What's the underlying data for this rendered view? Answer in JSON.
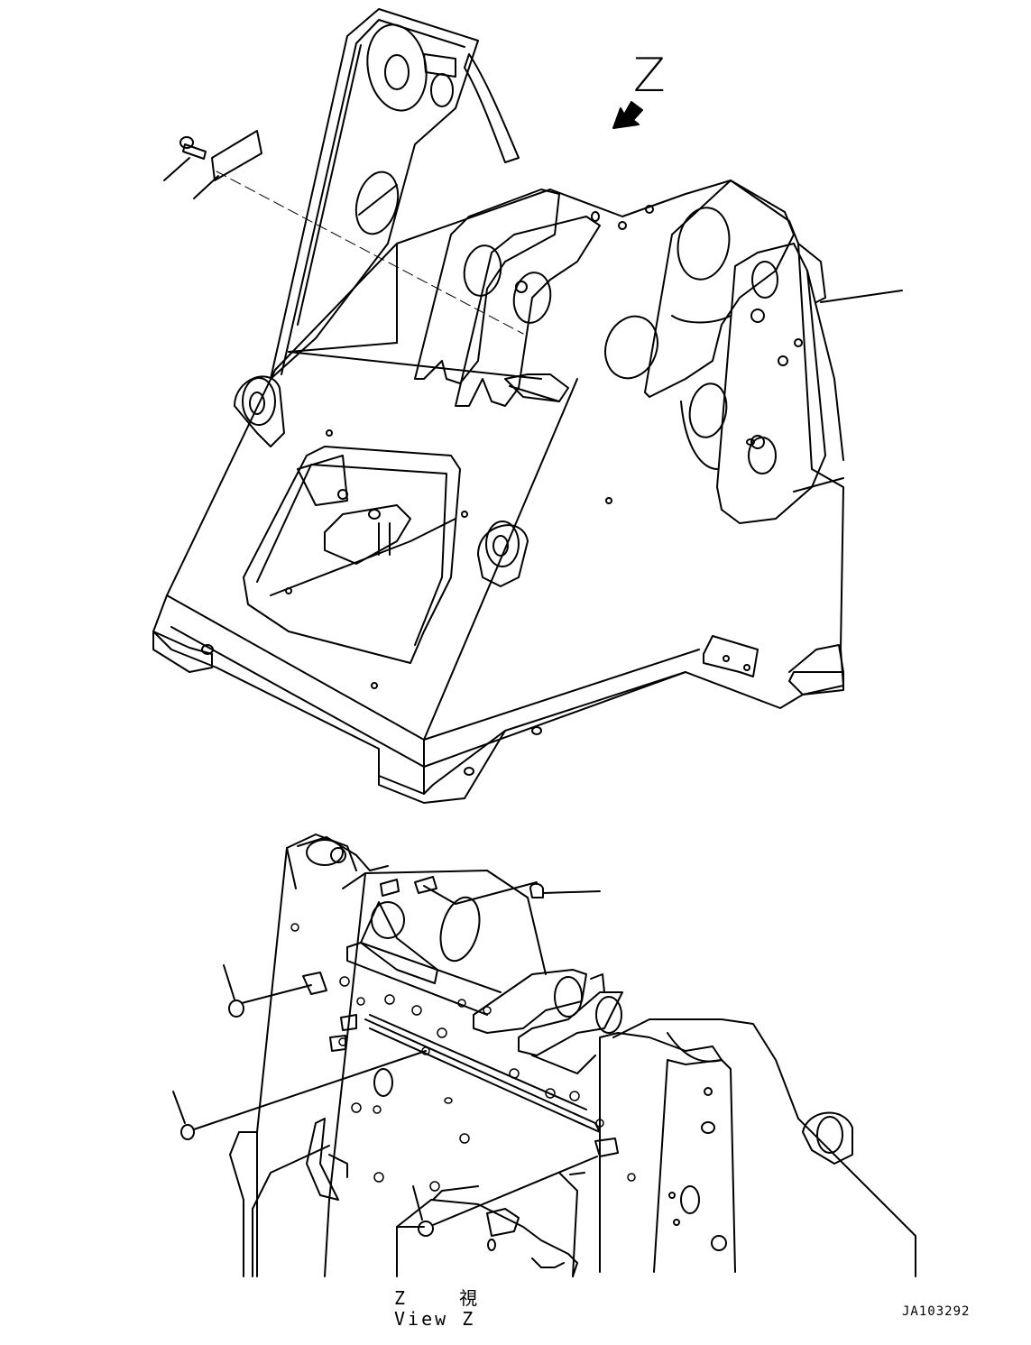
{
  "labels": {
    "view_arrow": "Z",
    "view_caption_jp": "Z 視",
    "view_caption_en": "View Z",
    "drawing_code": "JA103292"
  },
  "colors": {
    "line": "#000000",
    "background": "#ffffff"
  }
}
